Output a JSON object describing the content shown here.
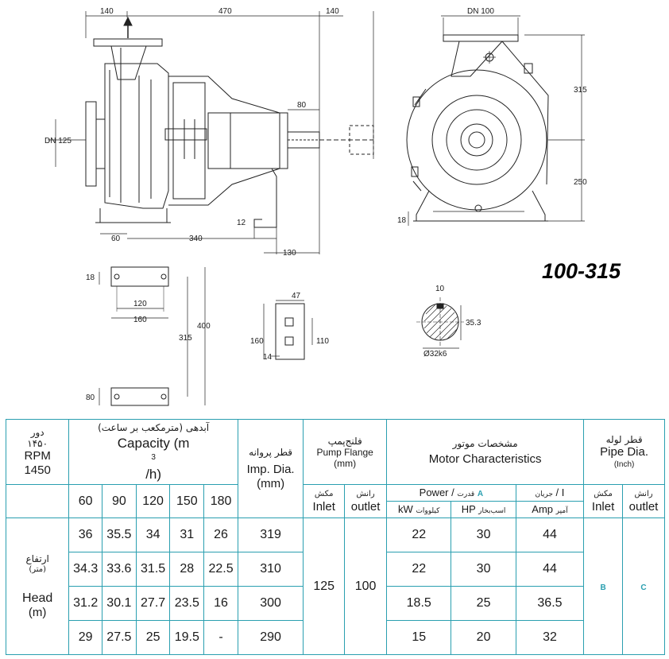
{
  "model_number": "100-315",
  "drawing": {
    "dims_side": [
      "140",
      "470",
      "140",
      "DN 125",
      "80",
      "12",
      "60",
      "340",
      "130"
    ],
    "dims_front": [
      "DN 100",
      "315",
      "250",
      "18"
    ],
    "dims_base": [
      "18",
      "120",
      "160",
      "400",
      "315",
      "80"
    ],
    "dims_foot": [
      "47",
      "160",
      "110",
      "14"
    ],
    "dims_shaft": [
      "10",
      "35.3",
      "Ø32k6"
    ]
  },
  "table": {
    "rpm_fa": "دور",
    "rpm_fa_value": "۱۴۵۰",
    "rpm_label": "RPM",
    "rpm_value": "1450",
    "capacity_fa": "آبدهی (مترمکعب بر ساعت)",
    "capacity_en": "Capacity (m",
    "capacity_sup": "3",
    "capacity_en_end": "/h)",
    "imp_fa": "قطر پروانه",
    "imp_en": "Imp. Dia.",
    "imp_unit": "(mm)",
    "flange_fa": "فلنج‌پمپ",
    "flange_en": "Pump Flange",
    "flange_unit": "(mm)",
    "motor_fa": "مشخصات موتور",
    "motor_en": "Motor Characteristics",
    "pipe_fa": "قطر لوله",
    "pipe_en": "Pipe Dia.",
    "pipe_unit": "(Inch)",
    "capacities": [
      "60",
      "90",
      "120",
      "150",
      "180"
    ],
    "inlet_fa": "مکش",
    "inlet_en": "Inlet",
    "outlet_fa": "رانش",
    "outlet_en": "outlet",
    "power_en": "Power",
    "power_sep": "/",
    "power_fa": "قدرت",
    "power_marker": "A",
    "current_fa": "جریان",
    "current_sep": "/",
    "current_en": "I",
    "kw_en": "kW",
    "kw_fa": "کیلووات",
    "hp_en": "HP",
    "hp_fa": "اسب‌بخار",
    "amp_en": "Amp",
    "amp_fa": "آمپر",
    "head_fa": "ارتفاع",
    "head_fa_unit": "(متر)",
    "head_en": "Head",
    "head_unit": "(m)",
    "rows": [
      {
        "heads": [
          "36",
          "35.5",
          "34",
          "31",
          "26"
        ],
        "imp": "319",
        "kw": "22",
        "hp": "30",
        "amp": "44"
      },
      {
        "heads": [
          "34.3",
          "33.6",
          "31.5",
          "28",
          "22.5"
        ],
        "imp": "310",
        "kw": "22",
        "hp": "30",
        "amp": "44"
      },
      {
        "heads": [
          "31.2",
          "30.1",
          "27.7",
          "23.5",
          "16"
        ],
        "imp": "300",
        "kw": "18.5",
        "hp": "25",
        "amp": "36.5"
      },
      {
        "heads": [
          "29",
          "27.5",
          "25",
          "19.5",
          "-"
        ],
        "imp": "290",
        "kw": "15",
        "hp": "20",
        "amp": "32"
      }
    ],
    "flange_inlet": "125",
    "flange_outlet": "100",
    "pipe_inlet_marker": "B",
    "pipe_outlet_marker": "C"
  }
}
